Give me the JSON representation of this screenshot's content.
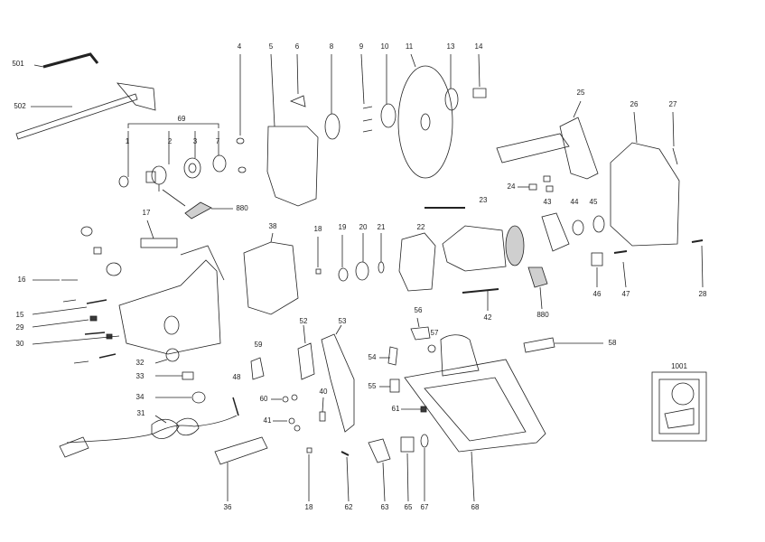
{
  "parts": {
    "p501": "501",
    "p502": "502",
    "p69": "69",
    "p1": "1",
    "p2": "2",
    "p3": "3",
    "p7": "7",
    "p880a": "880",
    "p4": "4",
    "p5": "5",
    "p6": "6",
    "p8": "8",
    "p9": "9",
    "p10": "10",
    "p11": "11",
    "p13": "13",
    "p14": "14",
    "p25": "25",
    "p26": "26",
    "p27": "27",
    "p17": "17",
    "p16": "16",
    "p15": "15",
    "p29": "29",
    "p30": "30",
    "p38": "38",
    "p18a": "18",
    "p19": "19",
    "p20": "20",
    "p21": "21",
    "p22": "22",
    "p23": "23",
    "p24": "24",
    "p43": "43",
    "p44": "44",
    "p45": "45",
    "p46": "46",
    "p47": "47",
    "p28": "28",
    "p42": "42",
    "p880b": "880",
    "p56": "56",
    "p57": "57",
    "p58": "58",
    "p52": "52",
    "p53": "53",
    "p59": "59",
    "p32": "32",
    "p33": "33",
    "p34": "34",
    "p48": "48",
    "p60": "60",
    "p40": "40",
    "p54": "54",
    "p55": "55",
    "p41": "41",
    "p61": "61",
    "p31": "31",
    "p36": "36",
    "p18b": "18",
    "p62": "62",
    "p63": "63",
    "p65": "65",
    "p67": "67",
    "p68": "68",
    "p1001": "1001"
  },
  "colors": {
    "line": "#222222",
    "fill": "#ffffff",
    "shade": "#cfcfcf",
    "dark": "#3a3a3a"
  }
}
